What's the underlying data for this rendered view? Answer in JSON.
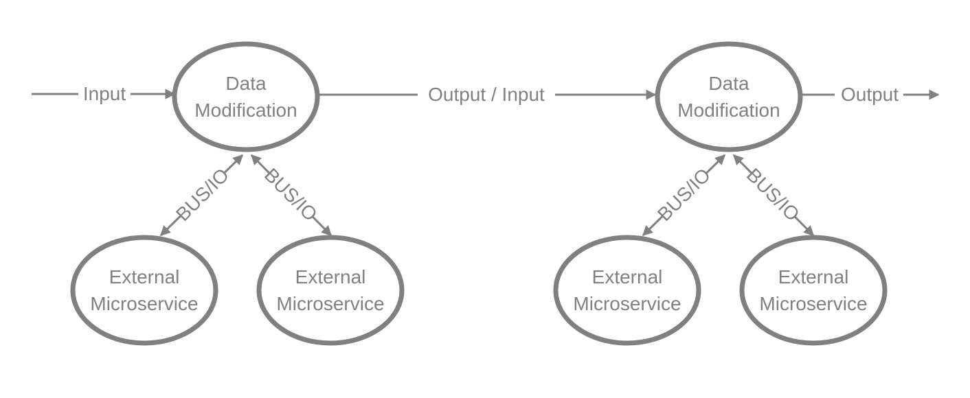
{
  "nodes": {
    "data_mod_1": [
      "Data",
      "Modification"
    ],
    "data_mod_2": [
      "Data",
      "Modification"
    ],
    "ext_1": [
      "External",
      "Microservice"
    ],
    "ext_2": [
      "External",
      "Microservice"
    ],
    "ext_3": [
      "External",
      "Microservice"
    ],
    "ext_4": [
      "External",
      "Microservice"
    ]
  },
  "edges": {
    "input": "Input",
    "output_input": "Output / Input",
    "output": "Output",
    "bus_1": "BUS/IO",
    "bus_2": "BUS/IO",
    "bus_3": "BUS/IO",
    "bus_4": "BUS/IO"
  },
  "colors": {
    "stroke": "#808080",
    "text": "#808080",
    "background": "#ffffff"
  }
}
